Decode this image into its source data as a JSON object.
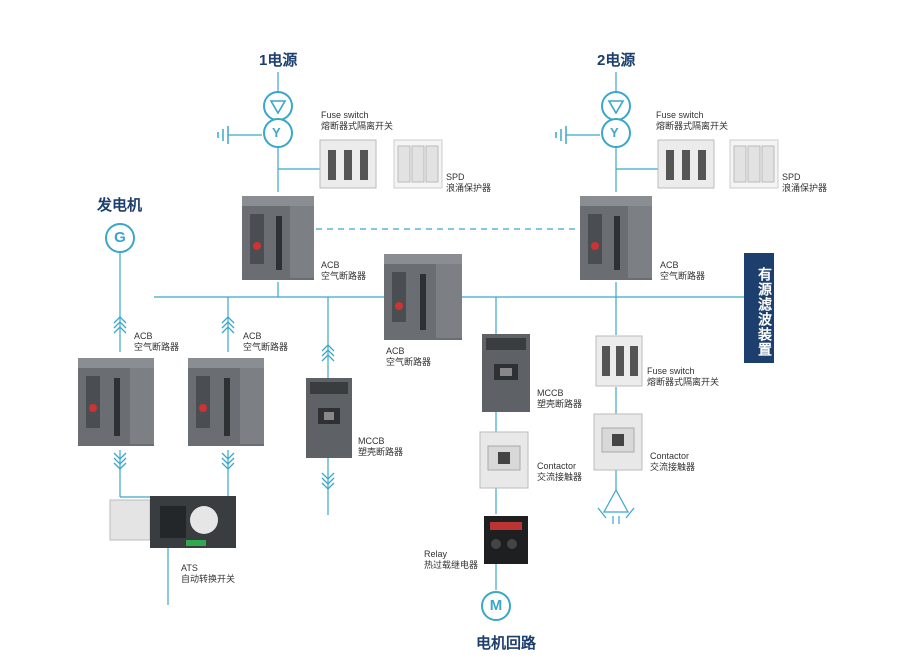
{
  "titles": {
    "source1": "1电源",
    "source2": "2电源",
    "generator": "发电机",
    "motor_circuit": "电机回路",
    "active_filter": "有源滤波装置"
  },
  "symbols": {
    "generator": "G",
    "motor": "M",
    "transformer_secondary": "Y"
  },
  "labels": {
    "fuse_switch_1": {
      "en": "Fuse switch",
      "cn": "熔断器式隔离开关"
    },
    "spd_1": {
      "en": "SPD",
      "cn": "浪涌保护器"
    },
    "fuse_switch_2": {
      "en": "Fuse switch",
      "cn": "熔断器式隔离开关"
    },
    "spd_2": {
      "en": "SPD",
      "cn": "浪涌保护器"
    },
    "acb_1": {
      "en": "ACB",
      "cn": "空气断路器"
    },
    "acb_2": {
      "en": "ACB",
      "cn": "空气断路器"
    },
    "acb_tie": {
      "en": "ACB",
      "cn": "空气断路器"
    },
    "acb_gen_1": {
      "en": "ACB",
      "cn": "空气断路器"
    },
    "acb_gen_2": {
      "en": "ACB",
      "cn": "空气断路器"
    },
    "mccb_feeder": {
      "en": "MCCB",
      "cn": "塑壳断路器"
    },
    "mccb_motor": {
      "en": "MCCB",
      "cn": "塑壳断路器"
    },
    "contactor_motor": {
      "en": "Contactor",
      "cn": "交流接触器"
    },
    "fuse_switch_3": {
      "en": "Fuse switch",
      "cn": "熔断器式隔离开关"
    },
    "contactor_cap": {
      "en": "Contactor",
      "cn": "交流接触器"
    },
    "relay": {
      "en": "Relay",
      "cn": "热过载继电器"
    },
    "ats": {
      "en": "ATS",
      "cn": "自动转换开关"
    }
  },
  "colors": {
    "line": "#3aa7c9",
    "title": "#1c3f6e",
    "text": "#333333",
    "device_body": "#5e6266"
  }
}
